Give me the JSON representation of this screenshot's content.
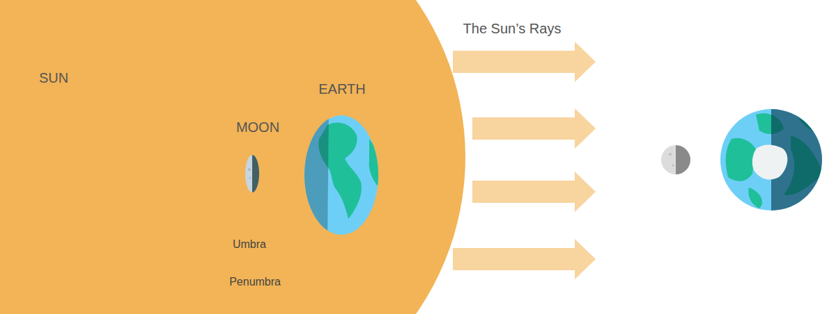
{
  "diagram": {
    "nodes": [
      {
        "text": [
          "SUN"
        ]
      },
      {
        "text": [
          "MOON"
        ]
      },
      {
        "text": [
          "EARTH"
        ]
      }
    ],
    "labels": [
      "Umbra",
      "Penumbra",
      "The Sun’s Rays"
    ]
  }
}
